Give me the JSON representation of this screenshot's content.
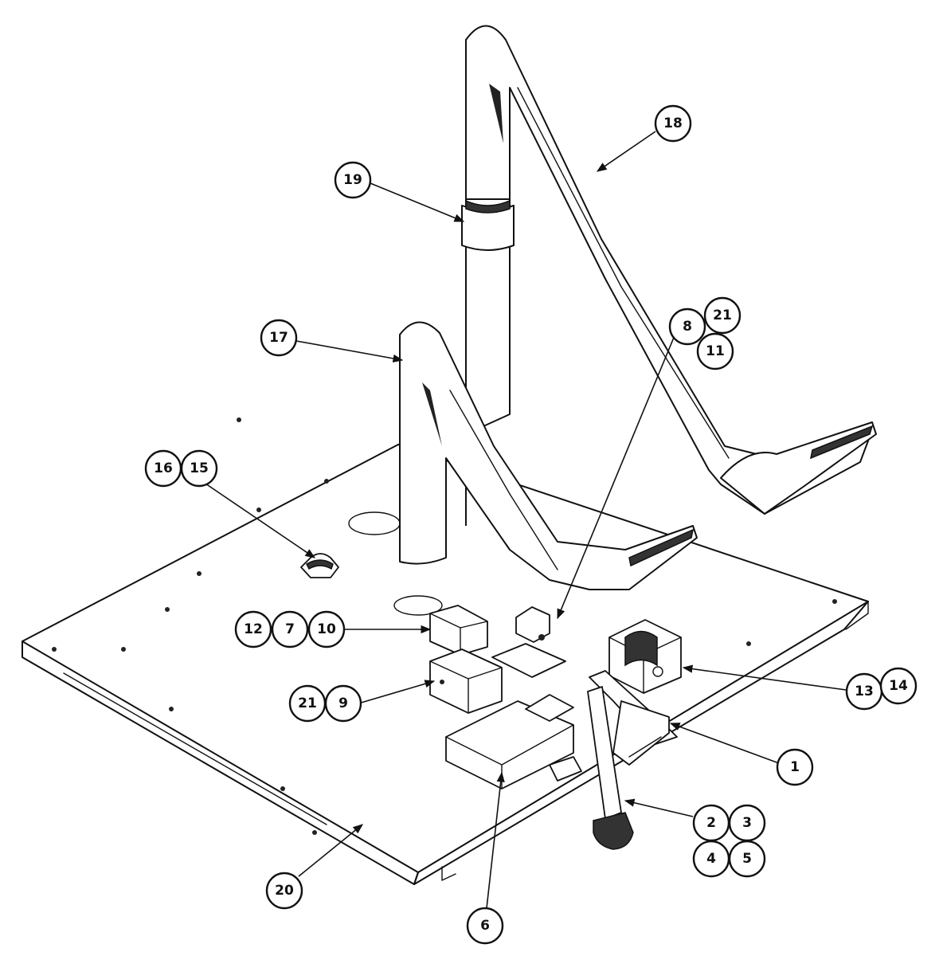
{
  "callouts": [
    {
      "label": "18"
    },
    {
      "label": "19"
    },
    {
      "label": "17"
    },
    {
      "label": "16"
    },
    {
      "label": "15"
    },
    {
      "label": "8"
    },
    {
      "label": "21"
    },
    {
      "label": "11"
    },
    {
      "label": "12"
    },
    {
      "label": "7"
    },
    {
      "label": "10"
    },
    {
      "label": "13"
    },
    {
      "label": "14"
    },
    {
      "label": "21"
    },
    {
      "label": "9"
    },
    {
      "label": "1"
    },
    {
      "label": "2"
    },
    {
      "label": "3"
    },
    {
      "label": "4"
    },
    {
      "label": "5"
    },
    {
      "label": "20"
    },
    {
      "label": "6"
    }
  ]
}
